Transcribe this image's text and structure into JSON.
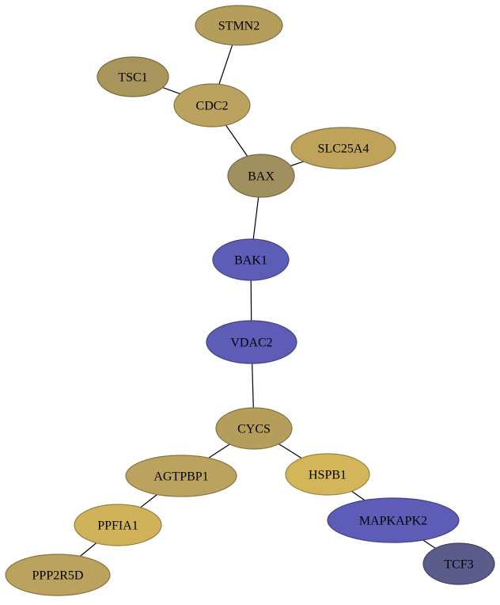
{
  "colors": {
    "gold": "#b59e5b",
    "gold_light": "#d4b65a",
    "olive": "#a08f5f",
    "olive_dark": "#a8955b",
    "blue": "#5d5db8",
    "slate": "#5c5c8a"
  },
  "nodes": {
    "stmn2": {
      "label": "STMN2",
      "color": "#b59e5b"
    },
    "tsc1": {
      "label": "TSC1",
      "color": "#a8955b"
    },
    "cdc2": {
      "label": "CDC2",
      "color": "#bba25e"
    },
    "slc25a4": {
      "label": "SLC25A4",
      "color": "#bfa35a"
    },
    "bax": {
      "label": "BAX",
      "color": "#a08f5f"
    },
    "bak1": {
      "label": "BAK1",
      "color": "#5d5db8"
    },
    "vdac2": {
      "label": "VDAC2",
      "color": "#5d5db8"
    },
    "cycs": {
      "label": "CYCS",
      "color": "#b59e5b"
    },
    "agtpbp1": {
      "label": "AGTPBP1",
      "color": "#bba25e"
    },
    "hspb1": {
      "label": "HSPB1",
      "color": "#d4b65a"
    },
    "ppfia1": {
      "label": "PPFIA1",
      "color": "#cfb25a"
    },
    "mapkapk2": {
      "label": "MAPKAPK2",
      "color": "#5d5db8"
    },
    "ppp2r5d": {
      "label": "PPP2R5D",
      "color": "#bba25e"
    },
    "tcf3": {
      "label": "TCF3",
      "color": "#5c5c8a"
    }
  },
  "edges": [
    [
      "stmn2",
      "cdc2"
    ],
    [
      "tsc1",
      "cdc2"
    ],
    [
      "cdc2",
      "bax"
    ],
    [
      "slc25a4",
      "bax"
    ],
    [
      "bax",
      "bak1"
    ],
    [
      "bak1",
      "vdac2"
    ],
    [
      "vdac2",
      "cycs"
    ],
    [
      "cycs",
      "agtpbp1"
    ],
    [
      "cycs",
      "hspb1"
    ],
    [
      "agtpbp1",
      "ppfia1"
    ],
    [
      "hspb1",
      "mapkapk2"
    ],
    [
      "ppfia1",
      "ppp2r5d"
    ],
    [
      "mapkapk2",
      "tcf3"
    ]
  ]
}
